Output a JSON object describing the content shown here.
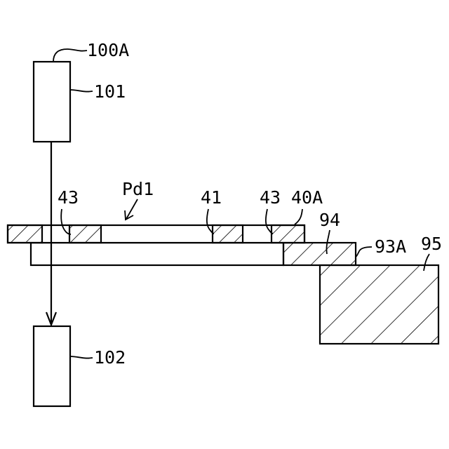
{
  "labels": {
    "system": "100A",
    "emitter": "101",
    "receiver": "102",
    "pad": "Pd1",
    "wiring": "41",
    "electrode_left": "43",
    "electrode_right": "43",
    "electrode_substrate": "40A",
    "adhesive": "94",
    "stage_edge": "93A",
    "stage": "95"
  }
}
